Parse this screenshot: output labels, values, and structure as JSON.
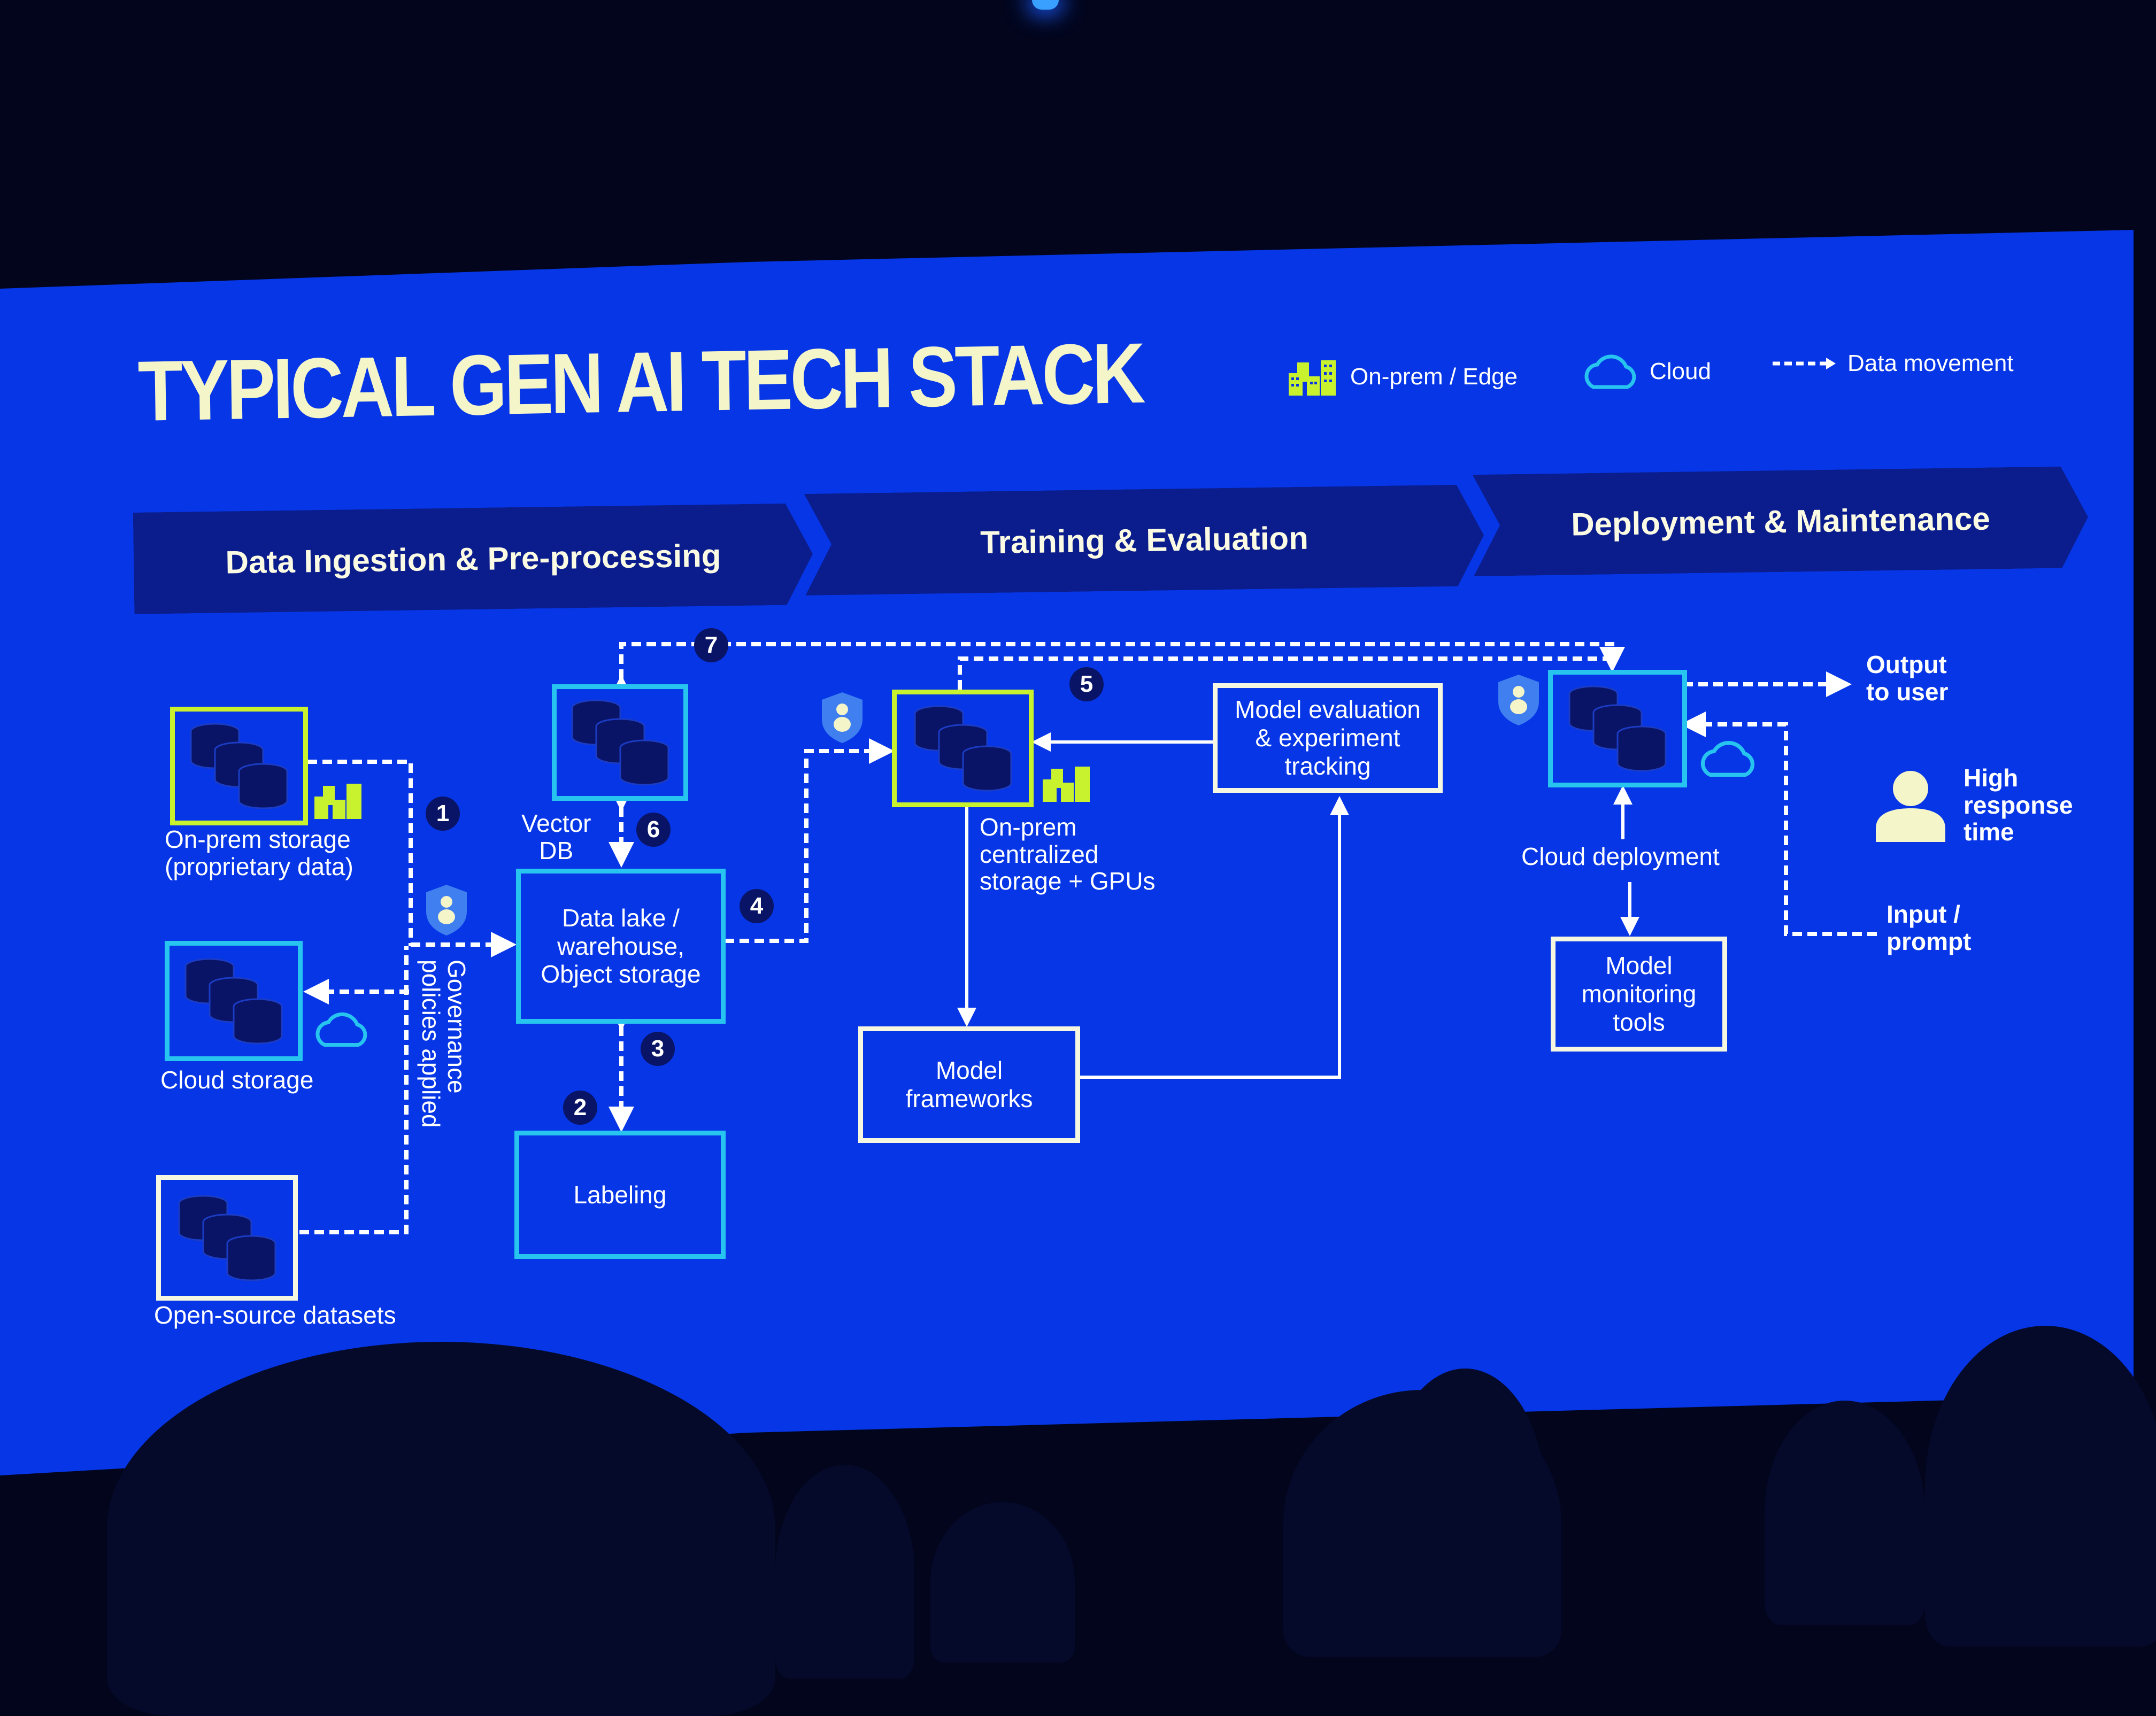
{
  "slide": {
    "title": "TYPICAL GEN AI TECH STACK",
    "colors": {
      "background": "#0636e6",
      "on_prem_accent": "#c9f22e",
      "cloud_accent": "#27c4f0",
      "phase_band": "#0b1d8c",
      "badge": "#0a1466",
      "title_text": "#f4f5c8"
    }
  },
  "legend": [
    {
      "icon": "buildings-icon",
      "label": "On-prem / Edge"
    },
    {
      "icon": "cloud-icon",
      "label": "Cloud"
    },
    {
      "icon": "dashed-arrow-icon",
      "label": "Data movement"
    }
  ],
  "phases": [
    {
      "label": "Data Ingestion & Pre-processing"
    },
    {
      "label": "Training & Evaluation"
    },
    {
      "label": "Deployment & Maintenance"
    }
  ],
  "nodes": {
    "on_prem_storage": {
      "label": "On-prem storage\n(proprietary data)",
      "type": "on-prem",
      "icon": "database-icon"
    },
    "cloud_storage": {
      "label": "Cloud storage",
      "type": "cloud",
      "icon": "database-icon"
    },
    "open_source": {
      "label": "Open-source datasets",
      "type": "open",
      "icon": "database-icon"
    },
    "vector_db": {
      "label": "Vector\nDB",
      "type": "cloud",
      "icon": "database-icon"
    },
    "data_lake": {
      "label": "Data lake /\nwarehouse,\nObject storage",
      "type": "cloud"
    },
    "labeling": {
      "label": "Labeling",
      "type": "cloud"
    },
    "on_prem_gpu": {
      "label": "On-prem\ncentralized\nstorage + GPUs",
      "type": "on-prem",
      "icon": "database-icon"
    },
    "model_eval": {
      "label": "Model evaluation\n& experiment\ntracking",
      "type": "neutral"
    },
    "model_frameworks": {
      "label": "Model\nframeworks",
      "type": "neutral"
    },
    "cloud_deploy": {
      "label": "Cloud deployment",
      "type": "cloud",
      "icon": "database-icon"
    },
    "model_monitoring": {
      "label": "Model\nmonitoring\ntools",
      "type": "neutral"
    }
  },
  "annotations": {
    "governance": "Governance\npolicies applied",
    "output": "Output\nto user",
    "input": "Input /\nprompt",
    "high_response": "High\nresponse\ntime"
  },
  "steps": [
    "1",
    "2",
    "3",
    "4",
    "5",
    "6",
    "7"
  ],
  "edges": [
    {
      "from": "on_prem_storage",
      "to": "data_lake",
      "style": "dashed",
      "step": "1"
    },
    {
      "from": "open_source",
      "to": "data_lake",
      "style": "dashed",
      "step": "1"
    },
    {
      "from": "governance_bus",
      "to": "cloud_storage",
      "style": "dashed"
    },
    {
      "from": "data_lake",
      "to": "labeling",
      "style": "dashed",
      "step": "2",
      "bidirectional": true
    },
    {
      "from": "labeling",
      "to": "data_lake",
      "style": "dashed",
      "step": "3"
    },
    {
      "from": "data_lake",
      "to": "on_prem_gpu",
      "style": "dashed",
      "step": "4"
    },
    {
      "from": "on_prem_gpu",
      "to": "cloud_deploy",
      "style": "dashed",
      "step": "5"
    },
    {
      "from": "data_lake",
      "to": "vector_db",
      "style": "dashed",
      "step": "6",
      "bidirectional": true
    },
    {
      "from": "cloud_deploy",
      "to": "vector_db",
      "style": "dashed",
      "step": "7",
      "bidirectional": true
    },
    {
      "from": "on_prem_gpu",
      "to": "model_frameworks",
      "style": "solid"
    },
    {
      "from": "model_frameworks",
      "to": "model_eval",
      "style": "solid"
    },
    {
      "from": "model_eval",
      "to": "on_prem_gpu",
      "style": "solid"
    },
    {
      "from": "cloud_deploy",
      "to": "model_monitoring",
      "style": "solid",
      "bidirectional": true
    },
    {
      "from": "cloud_deploy",
      "to": "output",
      "style": "dashed"
    },
    {
      "from": "input",
      "to": "cloud_deploy",
      "style": "dashed"
    }
  ]
}
